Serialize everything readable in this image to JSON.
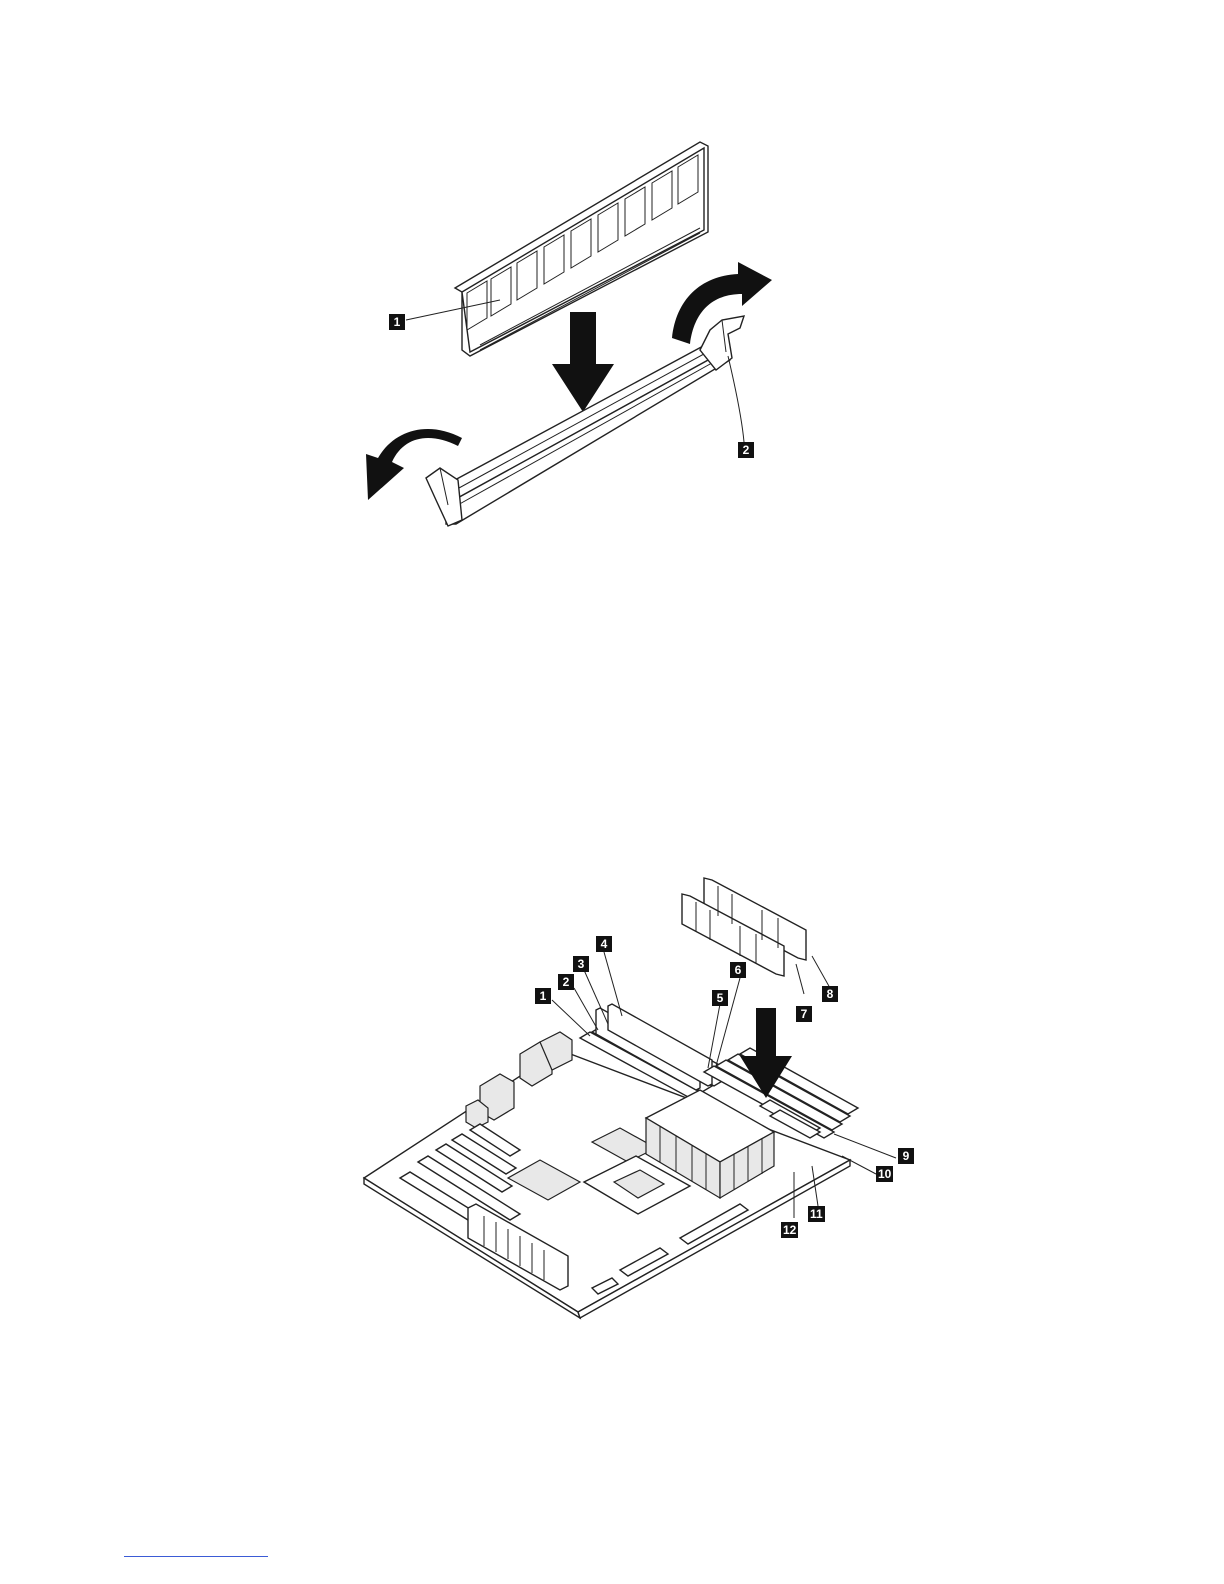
{
  "figures": [
    {
      "callouts": [
        {
          "label": "1",
          "part": "dimm-module"
        },
        {
          "label": "2",
          "part": "retaining-clip"
        }
      ]
    },
    {
      "callouts": [
        {
          "label": "1"
        },
        {
          "label": "2"
        },
        {
          "label": "3"
        },
        {
          "label": "4"
        },
        {
          "label": "5"
        },
        {
          "label": "6"
        },
        {
          "label": "7"
        },
        {
          "label": "8"
        },
        {
          "label": "9"
        },
        {
          "label": "10"
        },
        {
          "label": "11"
        },
        {
          "label": "12"
        }
      ]
    }
  ]
}
